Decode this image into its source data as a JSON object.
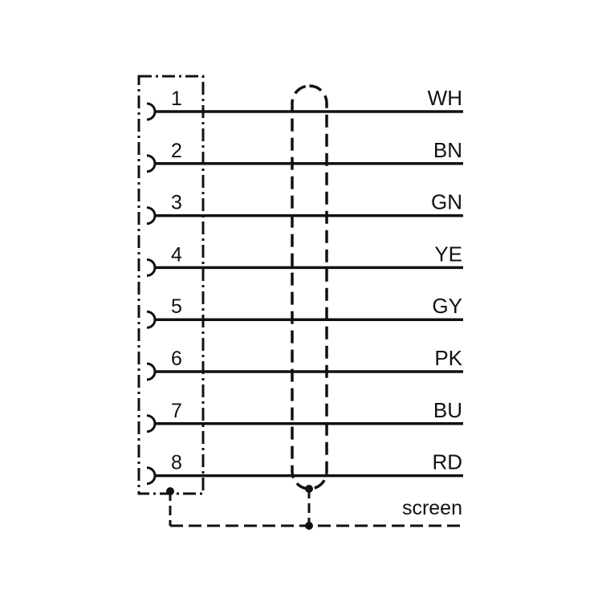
{
  "diagram": {
    "pins": [
      {
        "number": "1",
        "color": "WH"
      },
      {
        "number": "2",
        "color": "BN"
      },
      {
        "number": "3",
        "color": "GN"
      },
      {
        "number": "4",
        "color": "YE"
      },
      {
        "number": "5",
        "color": "GY"
      },
      {
        "number": "6",
        "color": "PK"
      },
      {
        "number": "7",
        "color": "BU"
      },
      {
        "number": "8",
        "color": "RD"
      }
    ],
    "screen_label": "screen",
    "line_color": "#111111"
  }
}
